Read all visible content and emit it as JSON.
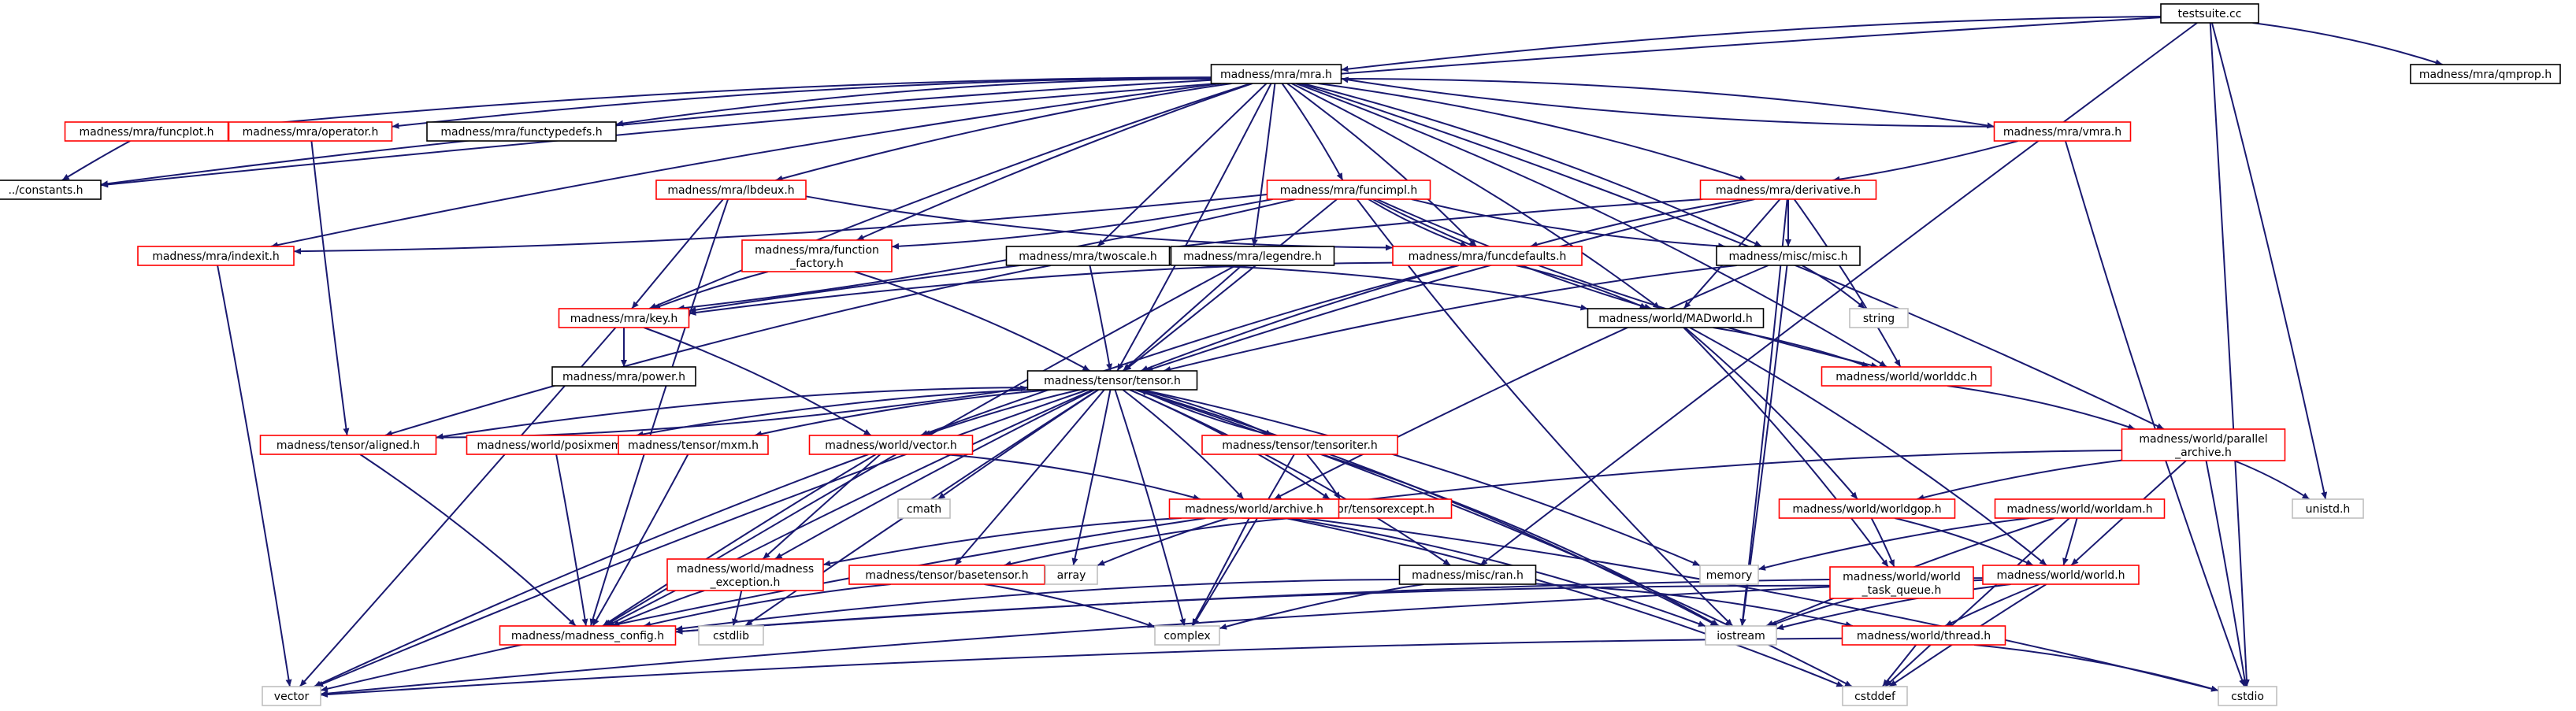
{
  "graph": {
    "colors": {
      "root_fill": "#bfbfbf",
      "truncated_border": "#ff0000",
      "normal_border": "#000000",
      "system_border": "#bfbfbf",
      "edge": "#191970"
    },
    "nodes": [
      {
        "id": "n0",
        "lines": [
          "testsuite.cc"
        ],
        "kind": "root"
      },
      {
        "id": "n1",
        "lines": [
          "madness/mra/mra.h"
        ],
        "kind": "normal"
      },
      {
        "id": "n2",
        "lines": [
          "madness/mra/qmprop.h"
        ],
        "kind": "normal"
      },
      {
        "id": "n3",
        "lines": [
          "madness/mra/funcplot.h"
        ],
        "kind": "truncated"
      },
      {
        "id": "n4",
        "lines": [
          "madness/mra/operator.h"
        ],
        "kind": "truncated"
      },
      {
        "id": "n5",
        "lines": [
          "madness/mra/functypedefs.h"
        ],
        "kind": "normal"
      },
      {
        "id": "n6",
        "lines": [
          "madness/mra/vmra.h"
        ],
        "kind": "truncated"
      },
      {
        "id": "n7",
        "lines": [
          "../constants.h"
        ],
        "kind": "normal"
      },
      {
        "id": "n8",
        "lines": [
          "madness/mra/lbdeux.h"
        ],
        "kind": "truncated"
      },
      {
        "id": "n9",
        "lines": [
          "madness/mra/funcimpl.h"
        ],
        "kind": "truncated"
      },
      {
        "id": "n10",
        "lines": [
          "madness/mra/derivative.h"
        ],
        "kind": "truncated"
      },
      {
        "id": "n11",
        "lines": [
          "madness/mra/indexit.h"
        ],
        "kind": "truncated"
      },
      {
        "id": "n12",
        "lines": [
          "madness/mra/function",
          "_factory.h"
        ],
        "kind": "truncated"
      },
      {
        "id": "n13",
        "lines": [
          "madness/mra/twoscale.h"
        ],
        "kind": "normal"
      },
      {
        "id": "n14",
        "lines": [
          "madness/mra/legendre.h"
        ],
        "kind": "normal"
      },
      {
        "id": "n15",
        "lines": [
          "madness/mra/funcdefaults.h"
        ],
        "kind": "truncated"
      },
      {
        "id": "n16",
        "lines": [
          "madness/misc/misc.h"
        ],
        "kind": "normal"
      },
      {
        "id": "n17",
        "lines": [
          "madness/mra/key.h"
        ],
        "kind": "truncated"
      },
      {
        "id": "n18",
        "lines": [
          "string"
        ],
        "kind": "system"
      },
      {
        "id": "n19",
        "lines": [
          "madness/world/MADworld.h"
        ],
        "kind": "normal"
      },
      {
        "id": "n20",
        "lines": [
          "madness/mra/power.h"
        ],
        "kind": "normal"
      },
      {
        "id": "n21",
        "lines": [
          "madness/tensor/tensor.h"
        ],
        "kind": "normal"
      },
      {
        "id": "n22",
        "lines": [
          "madness/world/worlddc.h"
        ],
        "kind": "truncated"
      },
      {
        "id": "n23",
        "lines": [
          "madness/world/parallel",
          "_archive.h"
        ],
        "kind": "truncated"
      },
      {
        "id": "n24",
        "lines": [
          "madness/tensor/aligned.h"
        ],
        "kind": "truncated"
      },
      {
        "id": "n25",
        "lines": [
          "madness/world/posixmem.h"
        ],
        "kind": "truncated"
      },
      {
        "id": "n26",
        "lines": [
          "madness/tensor/mxm.h"
        ],
        "kind": "truncated"
      },
      {
        "id": "n27",
        "lines": [
          "madness/world/vector.h"
        ],
        "kind": "truncated"
      },
      {
        "id": "n28",
        "lines": [
          "madness/tensor/tensoriter.h"
        ],
        "kind": "truncated"
      },
      {
        "id": "n29",
        "lines": [
          "unistd.h"
        ],
        "kind": "system"
      },
      {
        "id": "n30",
        "lines": [
          "cmath"
        ],
        "kind": "system"
      },
      {
        "id": "n31",
        "lines": [
          "madness/tensor/tensorexcept.h"
        ],
        "kind": "truncated"
      },
      {
        "id": "n32",
        "lines": [
          "madness/world/archive.h"
        ],
        "kind": "truncated"
      },
      {
        "id": "n33",
        "lines": [
          "madness/world/worldgop.h"
        ],
        "kind": "truncated"
      },
      {
        "id": "n34",
        "lines": [
          "madness/world/worldam.h"
        ],
        "kind": "truncated"
      },
      {
        "id": "n35",
        "lines": [
          "madness/world/madness",
          "_exception.h"
        ],
        "kind": "truncated"
      },
      {
        "id": "n36",
        "lines": [
          "madness/tensor/basetensor.h"
        ],
        "kind": "truncated"
      },
      {
        "id": "n37",
        "lines": [
          "array"
        ],
        "kind": "system"
      },
      {
        "id": "n38",
        "lines": [
          "madness/misc/ran.h"
        ],
        "kind": "normal"
      },
      {
        "id": "n39",
        "lines": [
          "memory"
        ],
        "kind": "system"
      },
      {
        "id": "n40",
        "lines": [
          "madness/world/world",
          "_task_queue.h"
        ],
        "kind": "truncated"
      },
      {
        "id": "n41",
        "lines": [
          "madness/world/world.h"
        ],
        "kind": "truncated"
      },
      {
        "id": "n42",
        "lines": [
          "madness/madness_config.h"
        ],
        "kind": "truncated"
      },
      {
        "id": "n43",
        "lines": [
          "cstdlib"
        ],
        "kind": "system"
      },
      {
        "id": "n44",
        "lines": [
          "complex"
        ],
        "kind": "system"
      },
      {
        "id": "n45",
        "lines": [
          "iostream"
        ],
        "kind": "system"
      },
      {
        "id": "n46",
        "lines": [
          "madness/world/thread.h"
        ],
        "kind": "truncated"
      },
      {
        "id": "n47",
        "lines": [
          "vector"
        ],
        "kind": "system"
      },
      {
        "id": "n48",
        "lines": [
          "cstddef"
        ],
        "kind": "system"
      },
      {
        "id": "n49",
        "lines": [
          "cstdio"
        ],
        "kind": "system"
      }
    ],
    "edges": [
      [
        "n0",
        "n1"
      ],
      [
        "n0",
        "n2"
      ],
      [
        "n0",
        "n7"
      ],
      [
        "n0",
        "n38"
      ],
      [
        "n0",
        "n29"
      ],
      [
        "n0",
        "n49"
      ],
      [
        "n1",
        "n3"
      ],
      [
        "n1",
        "n4"
      ],
      [
        "n1",
        "n5"
      ],
      [
        "n1",
        "n6"
      ],
      [
        "n1",
        "n7"
      ],
      [
        "n1",
        "n8"
      ],
      [
        "n1",
        "n9"
      ],
      [
        "n1",
        "n10"
      ],
      [
        "n1",
        "n11"
      ],
      [
        "n1",
        "n12"
      ],
      [
        "n1",
        "n13"
      ],
      [
        "n1",
        "n14"
      ],
      [
        "n1",
        "n15"
      ],
      [
        "n1",
        "n16"
      ],
      [
        "n1",
        "n17"
      ],
      [
        "n1",
        "n19"
      ],
      [
        "n1",
        "n21"
      ],
      [
        "n1",
        "n22"
      ],
      [
        "n1",
        "n23"
      ],
      [
        "n3",
        "n7"
      ],
      [
        "n4",
        "n24"
      ],
      [
        "n6",
        "n1"
      ],
      [
        "n6",
        "n10"
      ],
      [
        "n6",
        "n49"
      ],
      [
        "n8",
        "n17"
      ],
      [
        "n8",
        "n15"
      ],
      [
        "n8",
        "n42"
      ],
      [
        "n9",
        "n17"
      ],
      [
        "n9",
        "n12"
      ],
      [
        "n9",
        "n15"
      ],
      [
        "n9",
        "n21"
      ],
      [
        "n9",
        "n19"
      ],
      [
        "n9",
        "n16"
      ],
      [
        "n9",
        "n22"
      ],
      [
        "n9",
        "n45"
      ],
      [
        "n9",
        "n11"
      ],
      [
        "n10",
        "n15"
      ],
      [
        "n10",
        "n16"
      ],
      [
        "n10",
        "n19"
      ],
      [
        "n10",
        "n21"
      ],
      [
        "n10",
        "n22"
      ],
      [
        "n10",
        "n45"
      ],
      [
        "n10",
        "n17"
      ],
      [
        "n11",
        "n47"
      ],
      [
        "n12",
        "n17"
      ],
      [
        "n12",
        "n21"
      ],
      [
        "n13",
        "n21"
      ],
      [
        "n13",
        "n19"
      ],
      [
        "n13",
        "n24"
      ],
      [
        "n14",
        "n21"
      ],
      [
        "n14",
        "n42"
      ],
      [
        "n15",
        "n17"
      ],
      [
        "n15",
        "n21"
      ],
      [
        "n15",
        "n19"
      ],
      [
        "n15",
        "n27"
      ],
      [
        "n16",
        "n18"
      ],
      [
        "n16",
        "n21"
      ],
      [
        "n16",
        "n32"
      ],
      [
        "n16",
        "n45"
      ],
      [
        "n17",
        "n20"
      ],
      [
        "n17",
        "n27"
      ],
      [
        "n17",
        "n47"
      ],
      [
        "n19",
        "n22"
      ],
      [
        "n19",
        "n33"
      ],
      [
        "n19",
        "n40"
      ],
      [
        "n19",
        "n41"
      ],
      [
        "n21",
        "n24"
      ],
      [
        "n21",
        "n25"
      ],
      [
        "n21",
        "n26"
      ],
      [
        "n21",
        "n27"
      ],
      [
        "n21",
        "n28"
      ],
      [
        "n21",
        "n31"
      ],
      [
        "n21",
        "n32"
      ],
      [
        "n21",
        "n35"
      ],
      [
        "n21",
        "n36"
      ],
      [
        "n21",
        "n37"
      ],
      [
        "n21",
        "n38"
      ],
      [
        "n21",
        "n39"
      ],
      [
        "n21",
        "n42"
      ],
      [
        "n21",
        "n43"
      ],
      [
        "n21",
        "n44"
      ],
      [
        "n21",
        "n45"
      ],
      [
        "n21",
        "n47"
      ],
      [
        "n21",
        "n48"
      ],
      [
        "n21",
        "n30"
      ],
      [
        "n22",
        "n23"
      ],
      [
        "n23",
        "n32"
      ],
      [
        "n23",
        "n33"
      ],
      [
        "n23",
        "n41"
      ],
      [
        "n23",
        "n29"
      ],
      [
        "n23",
        "n49"
      ],
      [
        "n24",
        "n42"
      ],
      [
        "n24",
        "n21"
      ],
      [
        "n25",
        "n42"
      ],
      [
        "n26",
        "n42"
      ],
      [
        "n27",
        "n32"
      ],
      [
        "n27",
        "n35"
      ],
      [
        "n27",
        "n42"
      ],
      [
        "n27",
        "n47"
      ],
      [
        "n28",
        "n21"
      ],
      [
        "n28",
        "n31"
      ],
      [
        "n28",
        "n44"
      ],
      [
        "n28",
        "n45"
      ],
      [
        "n31",
        "n36"
      ],
      [
        "n32",
        "n35"
      ],
      [
        "n32",
        "n37"
      ],
      [
        "n32",
        "n44"
      ],
      [
        "n32",
        "n45"
      ],
      [
        "n32",
        "n47"
      ],
      [
        "n32",
        "n48"
      ],
      [
        "n32",
        "n49"
      ],
      [
        "n33",
        "n40"
      ],
      [
        "n33",
        "n41"
      ],
      [
        "n34",
        "n41"
      ],
      [
        "n34",
        "n39"
      ],
      [
        "n34",
        "n45"
      ],
      [
        "n34",
        "n48"
      ],
      [
        "n35",
        "n42"
      ],
      [
        "n35",
        "n43"
      ],
      [
        "n36",
        "n42"
      ],
      [
        "n36",
        "n44"
      ],
      [
        "n38",
        "n42"
      ],
      [
        "n38",
        "n44"
      ],
      [
        "n38",
        "n46"
      ],
      [
        "n40",
        "n45"
      ],
      [
        "n40",
        "n42"
      ],
      [
        "n41",
        "n42"
      ],
      [
        "n41",
        "n45"
      ],
      [
        "n41",
        "n46"
      ],
      [
        "n41",
        "n48"
      ],
      [
        "n41",
        "n47"
      ],
      [
        "n46",
        "n48"
      ],
      [
        "n46",
        "n49"
      ],
      [
        "n46",
        "n47"
      ]
    ]
  }
}
